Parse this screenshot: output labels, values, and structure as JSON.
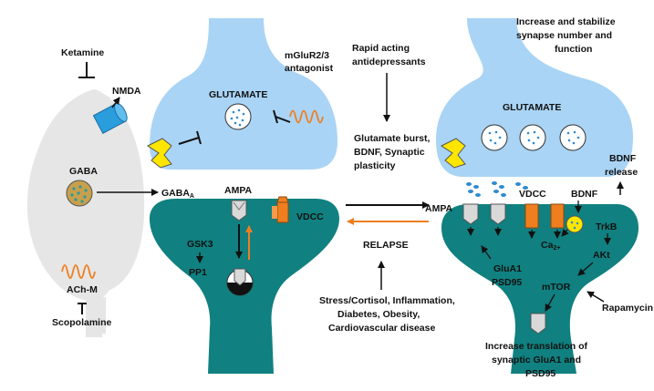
{
  "left_cell": {
    "ketamine": "Ketamine",
    "nmda": "NMDA",
    "gaba": "GABA",
    "ach_m": "ACh-M",
    "scopolamine": "Scopolamine"
  },
  "middle": {
    "mglur_line1": "mGluR2/3",
    "mglur_line2": "antagonist",
    "glutamate": "GLUTAMATE",
    "gaba_a": "GABA",
    "gaba_a_subscript": "A",
    "ampa": "AMPA",
    "vdcc": "VDCC",
    "gsk3": "GSK3",
    "pp1": "PP1"
  },
  "center": {
    "rapid_line1": "Rapid acting",
    "rapid_line2": "antidepressants",
    "burst_line1": "Glutamate burst,",
    "burst_line2": "BDNF, Synaptic",
    "burst_line3": "plasticity",
    "relapse": "RELAPSE",
    "stress_line1": "Stress/Cortisol, Inflammation,",
    "stress_line2": "Diabetes, Obesity,",
    "stress_line3": "Cardiovascular disease"
  },
  "right": {
    "increase_line1": "Increase and stabilize",
    "increase_line2": "synapse number and",
    "increase_line3": "function",
    "glutamate": "GLUTAMATE",
    "ampa": "AMPA",
    "vdcc": "VDCC",
    "bdnf": "BDNF",
    "bdnf_release_line1": "BDNF",
    "bdnf_release_line2": "release",
    "trkb": "TrkB",
    "ca": "Ca",
    "ca_sup": "2+",
    "akt": "AKt",
    "glua1": "GluA1",
    "psd95": "PSD95",
    "mtor": "mTOR",
    "rapamycin": "Rapamycin",
    "translation_line1": "Increase translation of",
    "translation_line2": "synaptic GluA1 and",
    "translation_line3": "PSD95"
  },
  "colors": {
    "presynaptic": "#a9d4f5",
    "postsynaptic": "#108080",
    "interneuron": "#e6e6e6",
    "vdcc": "#ef7e1f",
    "receptor_yellow": "#ffe600",
    "orange_arrow": "#ef7e1f",
    "vesicle_dot": "#2d8bd0",
    "gaba_vesicle": "#c8a04c",
    "gaba_dot": "#2a9b9b"
  }
}
